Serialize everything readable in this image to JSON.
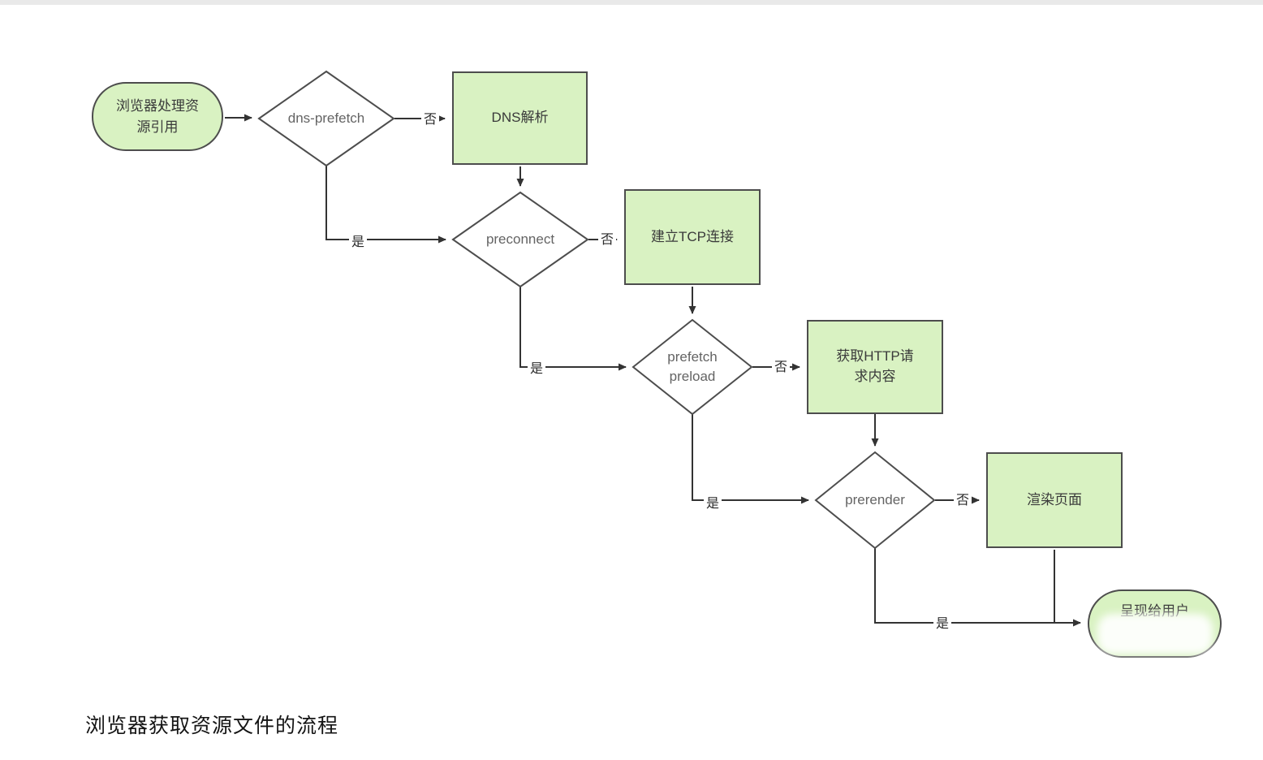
{
  "page": {
    "caption": "浏览器获取资源文件的流程"
  },
  "colors": {
    "node_fill": "#d9f2c2",
    "node_border": "#4d4d4d",
    "line": "#333333",
    "diamond_text": "#646464",
    "box_text": "#3a3a3a"
  },
  "edge_labels": {
    "yes": "是",
    "no": "否"
  },
  "nodes": {
    "start": {
      "lines": [
        "浏览器处理资",
        "源引用"
      ]
    },
    "dns_prefetch": {
      "lines": [
        "dns-prefetch"
      ]
    },
    "dns_resolve": {
      "lines": [
        "DNS解析"
      ]
    },
    "preconnect": {
      "lines": [
        "preconnect"
      ]
    },
    "tcp": {
      "lines": [
        "建立TCP连接"
      ]
    },
    "prefetch_preload": {
      "lines": [
        "prefetch",
        "preload"
      ]
    },
    "http": {
      "lines": [
        "获取HTTP请",
        "求内容"
      ]
    },
    "prerender": {
      "lines": [
        "prerender"
      ]
    },
    "render": {
      "lines": [
        "渲染页面"
      ]
    },
    "end": {
      "lines": [
        "呈现给用户"
      ]
    }
  }
}
